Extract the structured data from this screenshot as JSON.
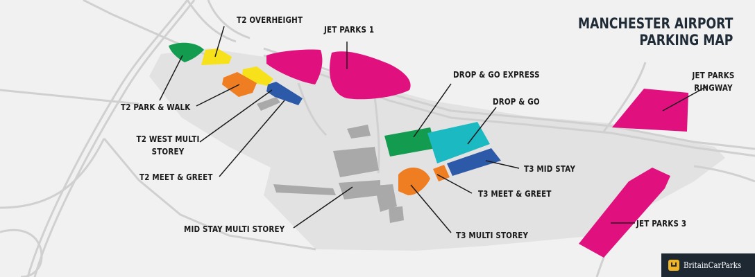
{
  "title": {
    "line1": "MANCHESTER AIRPORT",
    "line2": "PARKING MAP"
  },
  "brand": {
    "name": "BritainCarParks",
    "icon": "car-park-icon"
  },
  "colors": {
    "background": "#f1f1f1",
    "roads": "#d2d2d2",
    "airport_area": "#e2e2e2",
    "buildings": "#a9a9a9",
    "magenta": "#e0117f",
    "green": "#139b4f",
    "yellow": "#f7e11a",
    "orange": "#ef7d22",
    "blue": "#2d5aa8",
    "teal": "#1bb9c1",
    "leader_line": "#1a1a1a"
  },
  "labels": {
    "t2_overheight": "T2 OVERHEIGHT",
    "jet_parks_1": "JET PARKS 1",
    "t2_park_walk": "T2 PARK & WALK",
    "t2_west_multi_storey_1": "T2 WEST MULTI",
    "t2_west_multi_storey_2": "STOREY",
    "t2_meet_greet": "T2 MEET & GREET",
    "drop_go_express": "DROP & GO EXPRESS",
    "drop_go": "DROP & GO",
    "t3_mid_stay": "T3 MID STAY",
    "t3_meet_greet": "T3 MEET & GREET",
    "t3_multi_storey": "T3 MULTI STOREY",
    "mid_stay_multi_storey": "MID STAY MULTI STOREY",
    "jet_parks_ringway_1": "JET PARKS",
    "jet_parks_ringway_2": "RINGWAY",
    "jet_parks_3": "JET PARKS 3"
  }
}
